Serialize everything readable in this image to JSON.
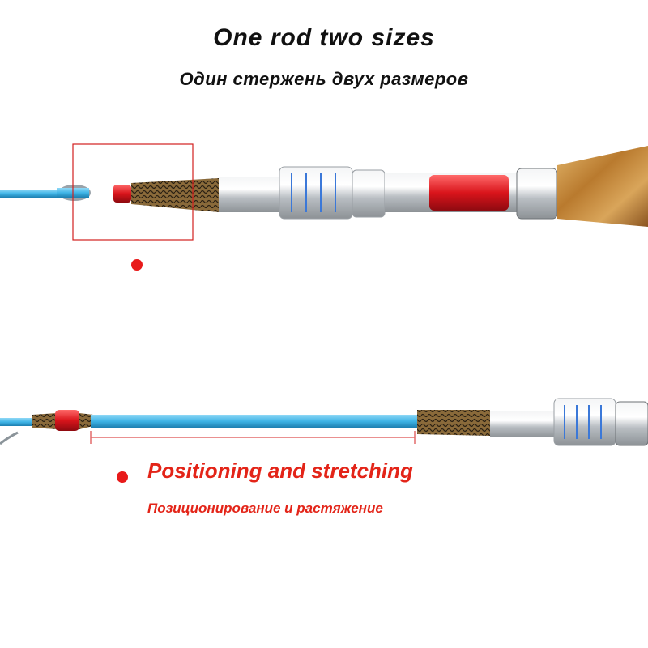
{
  "header": {
    "title_en": "One rod two sizes",
    "title_ru": "Один стержень двух размеров"
  },
  "caption": {
    "title_en": "Positioning and stretching",
    "title_ru": "Позиционирование и растяжение"
  },
  "colors": {
    "accent_red": "#e32418",
    "rod_blue": "#3fb4e6",
    "wood": "#c48a3c",
    "chrome": "#d6d9dc"
  }
}
